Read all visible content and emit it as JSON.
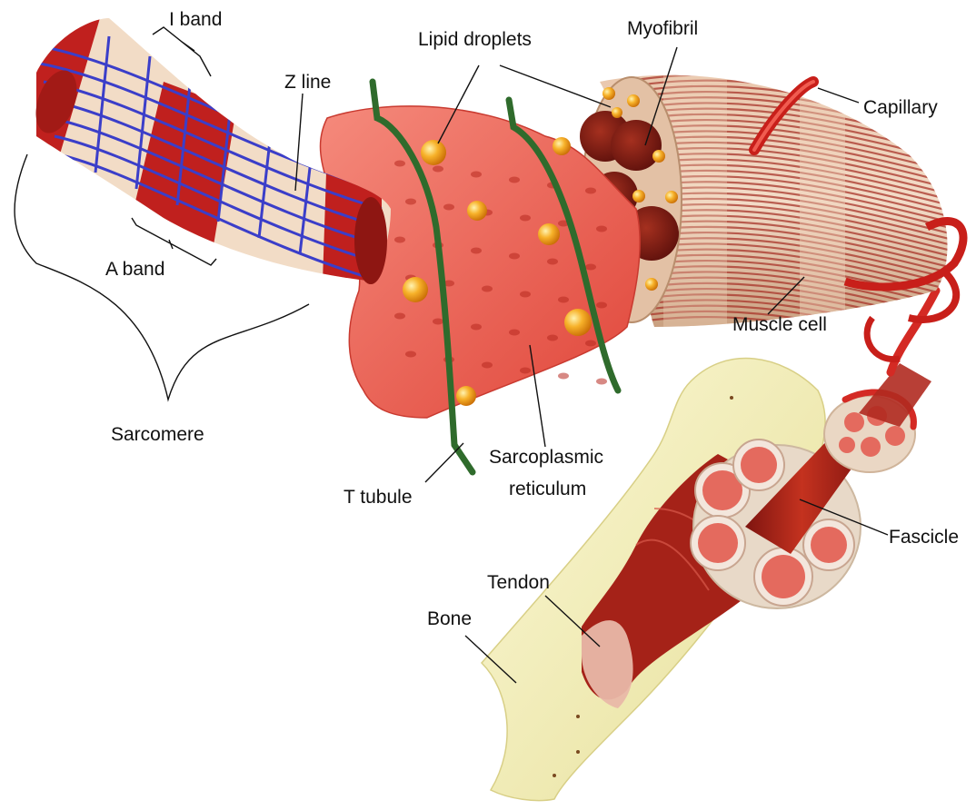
{
  "labels": {
    "i_band": "I band",
    "z_line": "Z line",
    "a_band": "A band",
    "sarcomere": "Sarcomere",
    "lipid_droplets": "Lipid droplets",
    "myofibril": "Myofibril",
    "capillary": "Capillary",
    "muscle_cell": "Muscle cell",
    "t_tubule": "T tubule",
    "sarcoplasmic_line1": "Sarcoplasmic",
    "sarcoplasmic_line2": "reticulum",
    "fascicle": "Fascicle",
    "tendon": "Tendon",
    "bone": "Bone"
  },
  "colors": {
    "muscle_red": "#c0201e",
    "muscle_pale": "#f1d6bf",
    "z_line_blue": "#3b3ec9",
    "reticulum_pink": "#f06a5a",
    "t_tubule_green": "#2f6b2c",
    "lipid_orange": "#f4a21a",
    "myofibril_dark": "#7a1712",
    "bone_yellow": "#f3eeb8",
    "capillary_red": "#d42a24"
  }
}
